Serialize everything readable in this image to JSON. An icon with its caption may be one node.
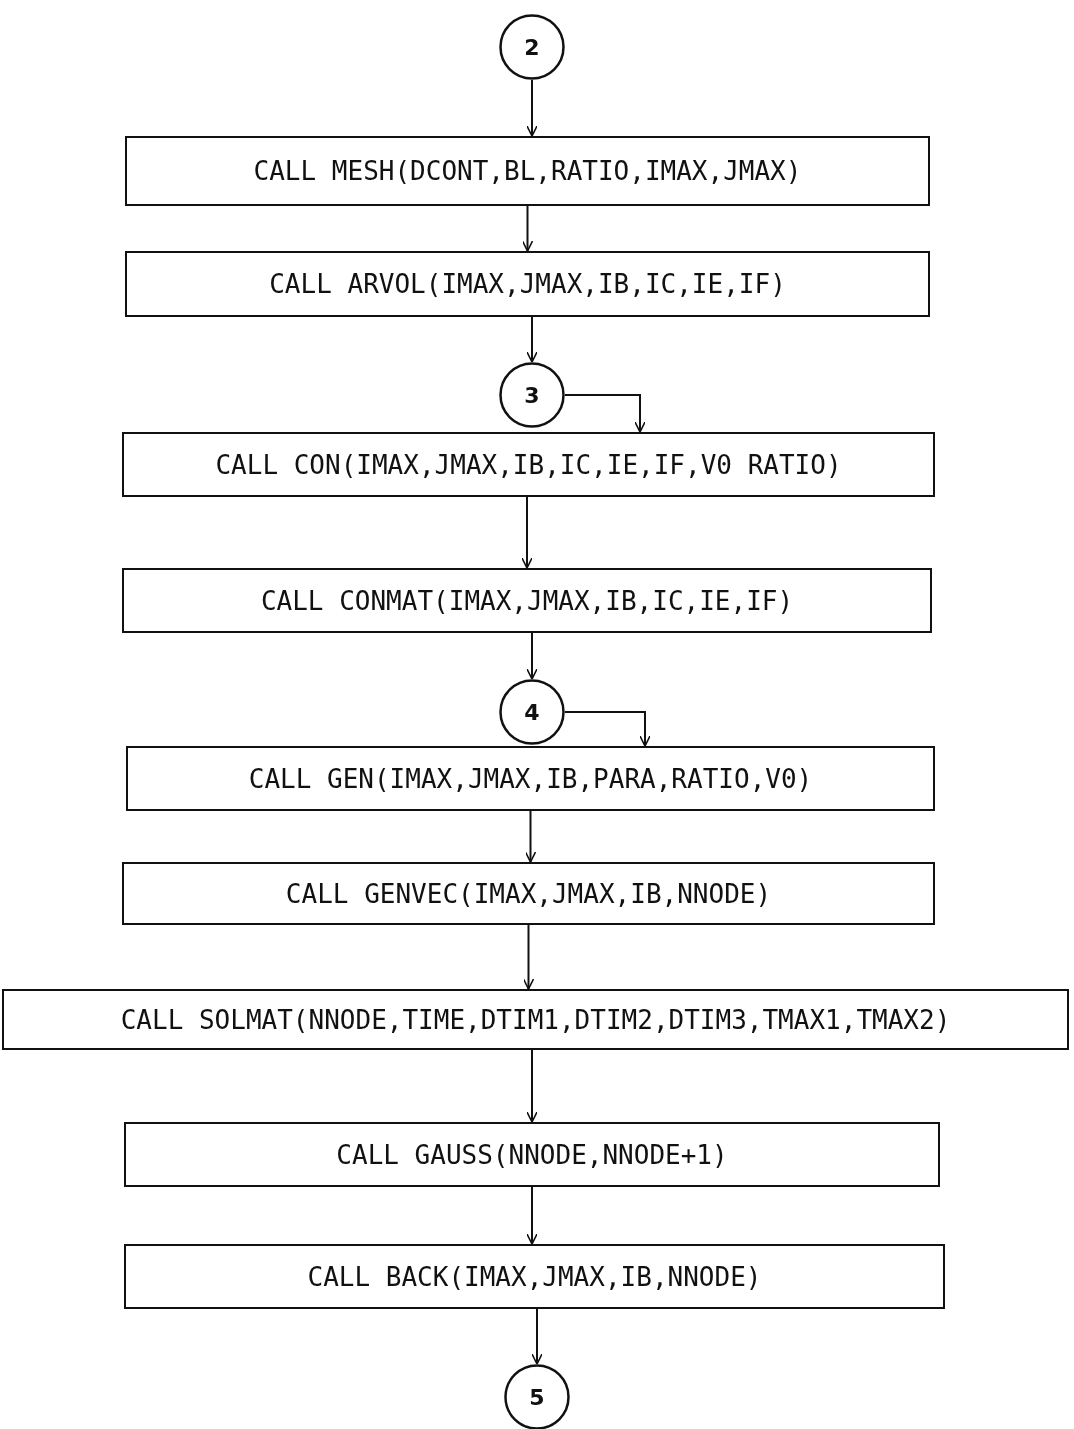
{
  "diagram": {
    "nodes": [
      {
        "text": [
          "2"
        ]
      },
      {
        "text": [
          "CALL MESH(DCONT,BL,RATIO,IMAX,JMAX)"
        ]
      },
      {
        "text": [
          "CALL ARVOL(IMAX,JMAX,IB,IC,IE,IF)"
        ]
      },
      {
        "text": [
          "3"
        ]
      },
      {
        "text": [
          "CALL CON(IMAX,JMAX,IB,IC,IE,IF,V0 RATIO)"
        ]
      },
      {
        "text": [
          "CALL CONMAT(IMAX,JMAX,IB,IC,IE,IF)"
        ]
      },
      {
        "text": [
          "4"
        ]
      },
      {
        "text": [
          "CALL GEN(IMAX,JMAX,IB,PARA,RATIO,V0)"
        ]
      },
      {
        "text": [
          "CALL GENVEC(IMAX,JMAX,IB,NNODE)"
        ]
      },
      {
        "text": [
          "CALL SOLMAT(NNODE,TIME,DTIM1,DTIM2,DTIM3,TMAX1,TMAX2)"
        ]
      },
      {
        "text": [
          "CALL GAUSS(NNODE,NNODE+1)"
        ]
      },
      {
        "text": [
          "CALL BACK(IMAX,JMAX,IB,NNODE)"
        ]
      },
      {
        "text": [
          "5"
        ]
      }
    ],
    "edges": [
      {
        "from": 0,
        "to": 1,
        "arrow": "to"
      },
      {
        "from": 1,
        "to": 2,
        "arrow": "to"
      },
      {
        "from": 2,
        "to": 3,
        "arrow": "to"
      },
      {
        "from": 3,
        "to": 4,
        "arrow": "to"
      },
      {
        "from": 4,
        "to": 5,
        "arrow": "to"
      },
      {
        "from": 5,
        "to": 6,
        "arrow": "to"
      },
      {
        "from": 6,
        "to": 7,
        "arrow": "to"
      },
      {
        "from": 7,
        "to": 8,
        "arrow": "to"
      },
      {
        "from": 8,
        "to": 9,
        "arrow": "to"
      },
      {
        "from": 9,
        "to": 10,
        "arrow": "to"
      },
      {
        "from": 10,
        "to": 11,
        "arrow": "to"
      },
      {
        "from": 11,
        "to": 12,
        "arrow": "to"
      }
    ]
  }
}
